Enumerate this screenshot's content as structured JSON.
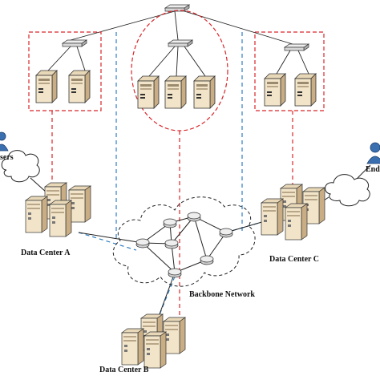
{
  "labels": {
    "dc_a": "Data Center A",
    "dc_b": "Data Center B",
    "dc_c": "Data Center C",
    "backbone": "Backbone Network",
    "users_left": "sers",
    "users_right": "End"
  },
  "colors": {
    "red_dash": "#d9262a",
    "blue_dash": "#2f7fc4",
    "server_front": "#f2e4c8",
    "server_side": "#c9ad84",
    "server_top": "#e8d8b8",
    "switch_body": "#d8d8d8",
    "user_blue": "#3a6fb0"
  },
  "icons": {
    "server": "server-icon",
    "switch": "switch-icon",
    "router": "router-icon",
    "cloud": "cloud-icon",
    "user": "user-icon",
    "datacenter": "datacenter-icon"
  }
}
